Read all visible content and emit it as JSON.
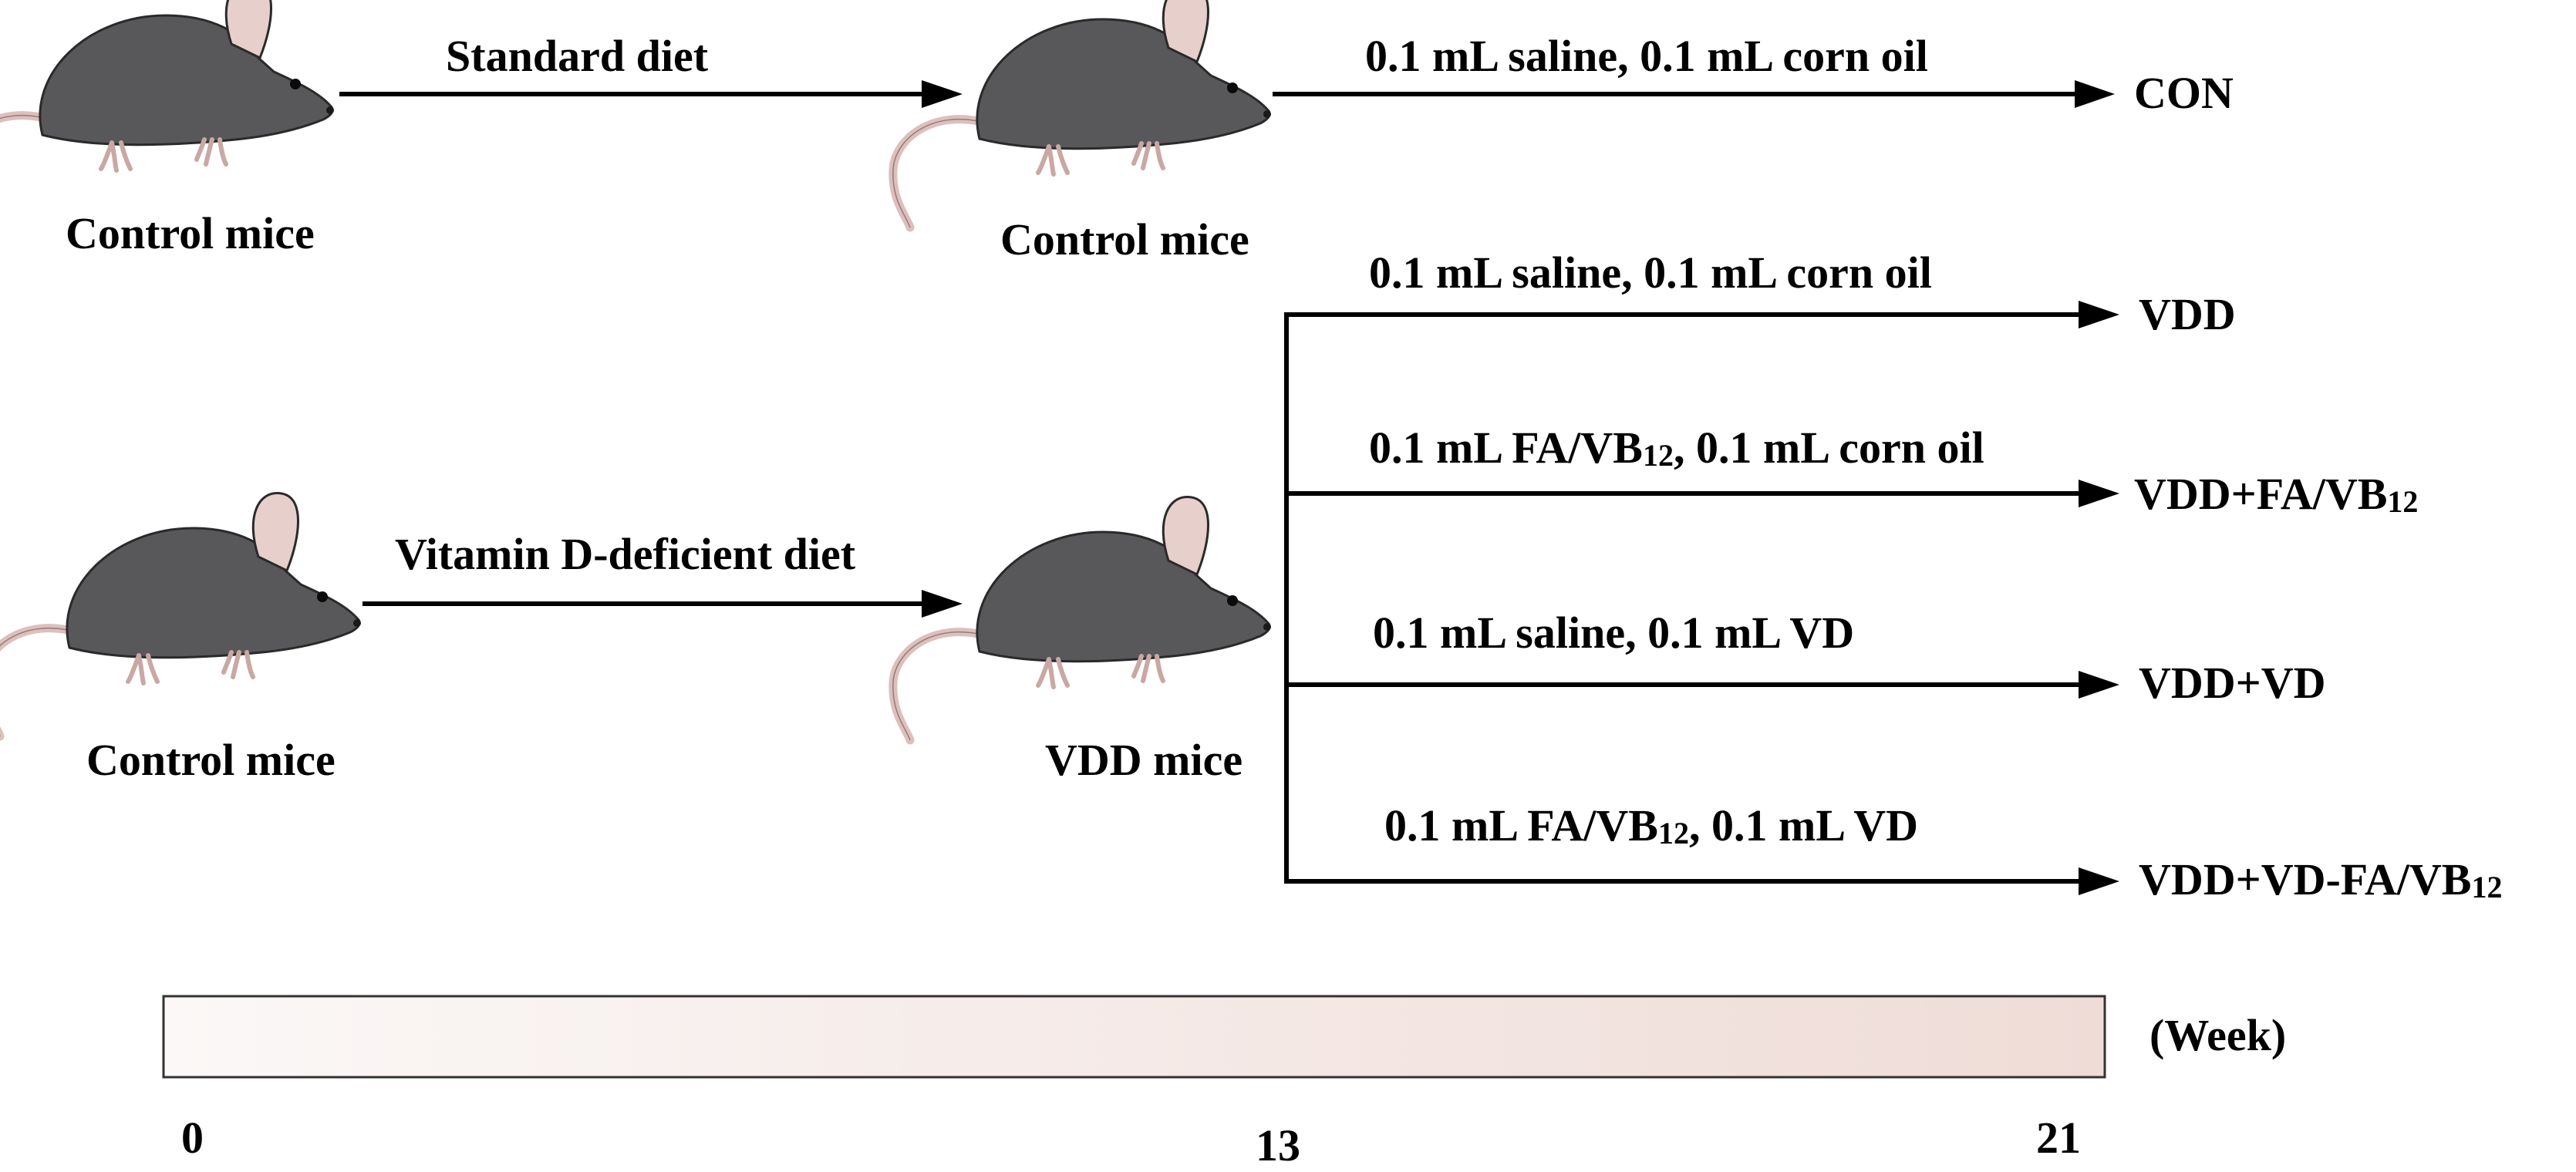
{
  "top_row": {
    "left_label": "Control mice",
    "diet_label": "Standard diet",
    "mid_label": "Control mice",
    "treatment": "0.1 mL saline, 0.1 mL corn oil",
    "group": "CON"
  },
  "bottom_row": {
    "left_label": "Control mice",
    "diet_label": "Vitamin D-deficient diet",
    "mid_label": "VDD mice"
  },
  "branches": [
    {
      "treatment": "0.1 mL saline, 0.1 mL corn oil",
      "group": "VDD"
    },
    {
      "treatment_a": "0.1 mL FA/VB",
      "treatment_sub": "12",
      "treatment_b": ", 0.1 mL corn oil",
      "group_a": "VDD+FA/VB",
      "group_sub": "12"
    },
    {
      "treatment": "0.1 mL saline, 0.1 mL VD",
      "group": "VDD+VD"
    },
    {
      "treatment_a": "0.1 mL FA/VB",
      "treatment_sub": "12",
      "treatment_b": ", 0.1 mL VD",
      "group_a": "VDD+VD-FA/VB",
      "group_sub": "12"
    }
  ],
  "timeline": {
    "unit": "(Week)",
    "ticks": [
      "0",
      "13",
      "21"
    ],
    "gradient_start": "#fbf8f7",
    "gradient_end": "#efdcd7"
  },
  "colors": {
    "mouse_body": "#58585a",
    "mouse_ear": "#e7cfcb",
    "mouse_tail": "#ddbfbb"
  },
  "icons": [
    "mouse-icon"
  ]
}
